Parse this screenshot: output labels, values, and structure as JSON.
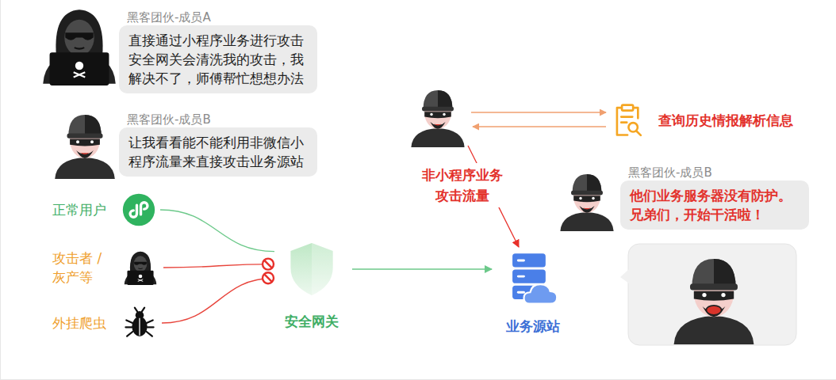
{
  "diagram": {
    "nodes": [
      {
        "text": [
          "黑客团伙-成员A",
          "直接通过小程序业务进行攻击安全网关会清洗我的攻击，我解决不了，师傅帮忙想想办法"
        ]
      },
      {
        "text": [
          "黑客团伙-成员B",
          "让我看看能不能利用非微信小程序流量来直接攻击业务源站"
        ]
      },
      {
        "text": [
          "正常用户"
        ]
      },
      {
        "text": [
          "攻击者 / 灰产等"
        ]
      },
      {
        "text": [
          "外挂爬虫"
        ]
      },
      {
        "text": [
          "安全网关"
        ]
      },
      {
        "text": [
          "查询历史情报解析信息"
        ]
      },
      {
        "text": [
          "黑客团伙-成员B",
          "他们业务服务器没有防护。兄弟们，开始干活啦！"
        ]
      },
      {
        "text": [
          "业务源站"
        ]
      }
    ],
    "edges": [
      {
        "from": 2,
        "to": 5,
        "arrow": "none"
      },
      {
        "from": 3,
        "to": 5,
        "arrow": "none"
      },
      {
        "from": 4,
        "to": 5,
        "arrow": "none"
      },
      {
        "from": 5,
        "to": 8,
        "arrow": "to"
      }
    ],
    "labels": [
      "非小程序业务 攻击流量"
    ]
  }
}
